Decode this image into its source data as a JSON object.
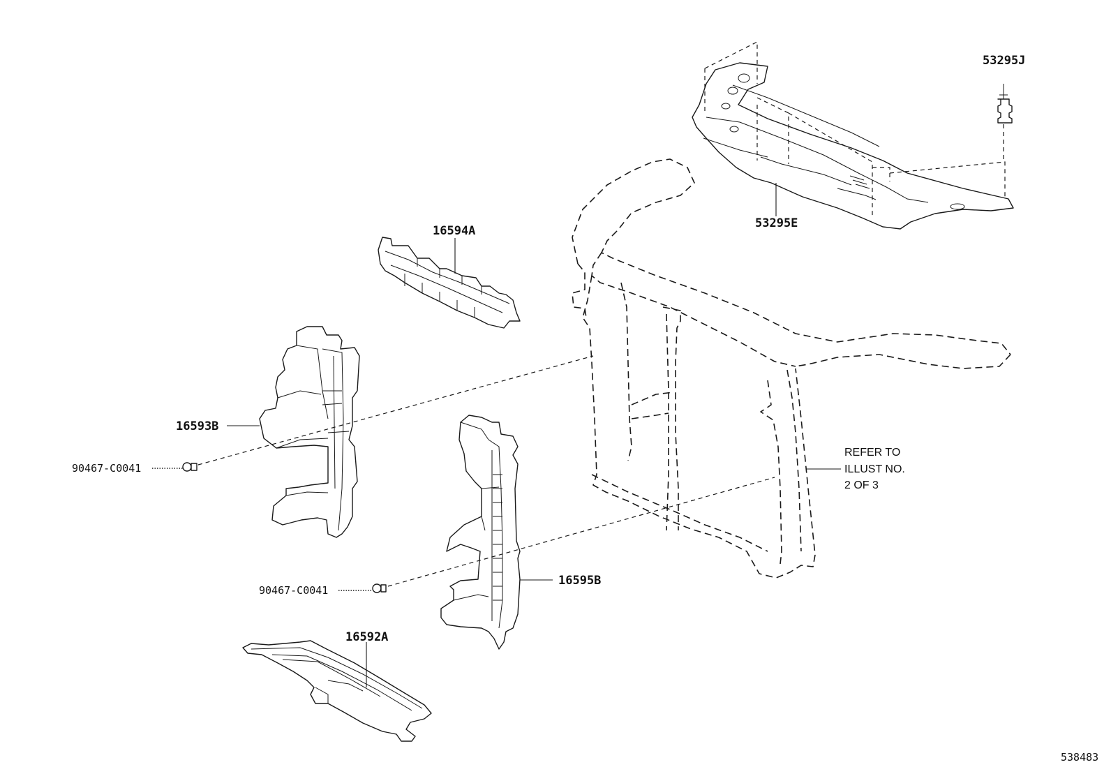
{
  "parts": {
    "p53295J": "53295J",
    "p53295E": "53295E",
    "p16594A": "16594A",
    "p16593B": "16593B",
    "p90467_upper": "90467-C0041",
    "p90467_lower": "90467-C0041",
    "p16595B": "16595B",
    "p16592A": "16592A"
  },
  "note": {
    "line1": "REFER TO",
    "line2": "ILLUST NO.",
    "line3": "2 OF 3"
  },
  "illustration_number": "538483"
}
